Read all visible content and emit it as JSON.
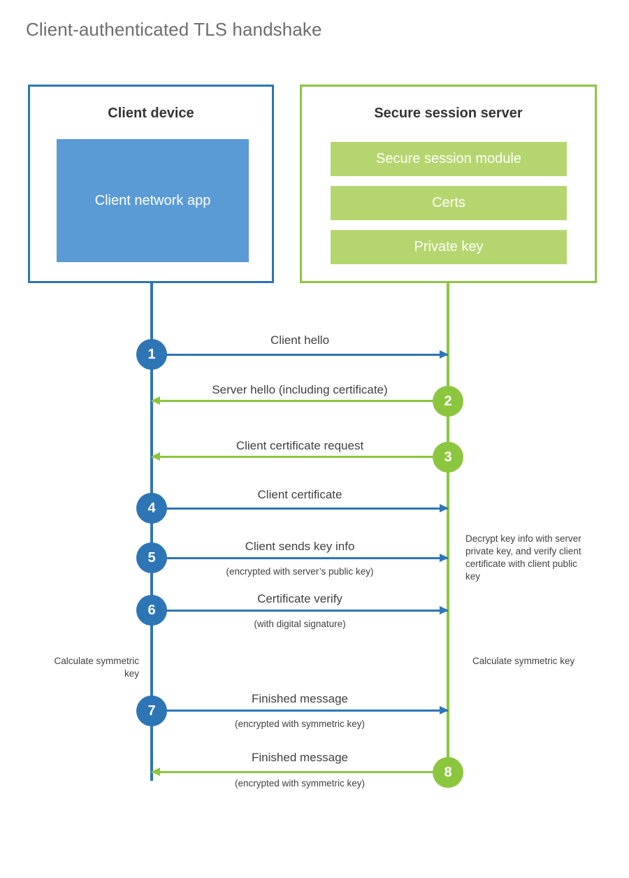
{
  "title": "Client-authenticated TLS handshake",
  "colors": {
    "client_blue": "#2e75b6",
    "client_app_blue": "#5b9bd5",
    "server_green": "#8cc63f",
    "server_module_green": "#b5d66f",
    "text_dark": "#404040",
    "title_gray": "#6d6d6d"
  },
  "actors": {
    "client": {
      "title": "Client device",
      "app_label": "Client network app"
    },
    "server": {
      "title": "Secure session server",
      "modules": [
        "Secure session module",
        "Certs",
        "Private key"
      ]
    }
  },
  "messages": [
    {
      "step": "1",
      "label": "Client hello",
      "sublabel": "",
      "direction": "client-to-server",
      "badge_side": "client"
    },
    {
      "step": "2",
      "label": "Server hello (including certificate)",
      "sublabel": "",
      "direction": "server-to-client",
      "badge_side": "server"
    },
    {
      "step": "3",
      "label": "Client certificate request",
      "sublabel": "",
      "direction": "server-to-client",
      "badge_side": "server"
    },
    {
      "step": "4",
      "label": "Client certificate",
      "sublabel": "",
      "direction": "client-to-server",
      "badge_side": "client"
    },
    {
      "step": "5",
      "label": "Client sends key info",
      "sublabel": "(encrypted with server’s public key)",
      "direction": "client-to-server",
      "badge_side": "client"
    },
    {
      "step": "6",
      "label": "Certificate verify",
      "sublabel": "(with digital signature)",
      "direction": "client-to-server",
      "badge_side": "client"
    },
    {
      "step": "7",
      "label": "Finished message",
      "sublabel": "(encrypted with symmetric key)",
      "direction": "client-to-server",
      "badge_side": "client"
    },
    {
      "step": "8",
      "label": "Finished message",
      "sublabel": "(encrypted with symmetric key)",
      "direction": "server-to-client",
      "badge_side": "server"
    }
  ],
  "notes": {
    "server_process": "Decrypt key info with server private key, and verify client certificate with client public key",
    "client_calculate": "Calculate symmetric key",
    "server_calculate": "Calculate symmetric key"
  }
}
